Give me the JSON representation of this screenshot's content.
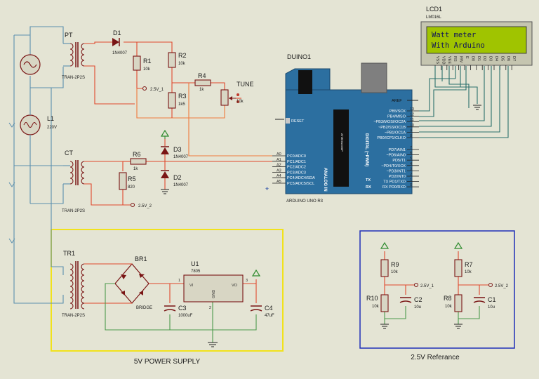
{
  "transformer_pt": {
    "ref": "PT",
    "model": "TRAN-2P2S"
  },
  "transformer_ct": {
    "ref": "CT",
    "model": "TRAN-2P2S"
  },
  "transformer_tr1": {
    "ref": "TR1",
    "model": "TRAN-2P2S"
  },
  "diode_d1": {
    "ref": "D1",
    "model": "1N4007"
  },
  "diode_d2": {
    "ref": "D2",
    "model": "1N4007"
  },
  "diode_d3": {
    "ref": "D3",
    "model": "1N4007"
  },
  "resistors": {
    "r1": {
      "ref": "R1",
      "value": "10k"
    },
    "r2": {
      "ref": "R2",
      "value": "10k"
    },
    "r3": {
      "ref": "R3",
      "value": "1k5"
    },
    "r4": {
      "ref": "R4",
      "value": "1k"
    },
    "r5": {
      "ref": "R5",
      "value": "820"
    },
    "r6": {
      "ref": "R6",
      "value": "1k"
    },
    "r7": {
      "ref": "R7",
      "value": "10k"
    },
    "r8": {
      "ref": "R8",
      "value": "10k"
    },
    "r9": {
      "ref": "R9",
      "value": "10k"
    },
    "r10": {
      "ref": "R10",
      "value": "10k"
    }
  },
  "tune": {
    "label": "TUNE",
    "value": "10k"
  },
  "lamp": {
    "ref": "L1",
    "value": "220V"
  },
  "bridge": {
    "ref": "BR1",
    "model": "BRIDGE"
  },
  "regulator": {
    "ref": "U1",
    "model": "7805",
    "pin_vi": "VI",
    "pin_vo": "VO",
    "pin_gnd": "GND",
    "pin1": "1",
    "pin2": "2",
    "pin3": "3"
  },
  "capacitors": {
    "c1": {
      "ref": "C1",
      "value": "10u"
    },
    "c2": {
      "ref": "C2",
      "value": "10u"
    },
    "c3": {
      "ref": "C3",
      "value": "1000uF"
    },
    "c4": {
      "ref": "C4",
      "value": "47uF"
    }
  },
  "terminals": {
    "v1": "2.5V_1",
    "v2": "2.5V_2"
  },
  "lcd": {
    "ref": "LCD1",
    "model": "LM016L",
    "line1": "Watt meter",
    "line2": "With Arduino",
    "pins": [
      "VSS",
      "VDD",
      "VEE",
      "RS",
      "RW",
      "E",
      "D0",
      "D1",
      "D2",
      "D3",
      "D4",
      "D5",
      "D6",
      "D7"
    ]
  },
  "arduino": {
    "ref": "DUINO1",
    "model": "ARDUINO UNO R3",
    "reset": "RESET",
    "aref": "AREF",
    "analog_label": "ANALOG IN",
    "digital_label": "DIGITAL (~PWM)",
    "chip_label": "ATMEGA328P",
    "tx": "TX",
    "rx": "RX",
    "analog_pins": [
      "PC0/ADC0",
      "PC1/ADC1",
      "PC2/ADC2",
      "PC3/ADC3",
      "PC4/ADC4/SDA",
      "PC5/ADC5/SCL"
    ],
    "analog_nums": [
      "A0",
      "A1",
      "A2",
      "A3",
      "A4",
      "A5"
    ],
    "digital_pins_hi": [
      "PB5/SCK",
      "PB4/MISO",
      "~PB3/MOSI/OC2A",
      "~PB2/SS/OC1B",
      "~PB1/OC1A",
      "PB0/ICP1/CLKO"
    ],
    "digital_nums_hi": [
      "13",
      "12",
      "11",
      "10",
      "9",
      "8"
    ],
    "digital_pins_lo": [
      "PD7/AIN1",
      "~PD6/AIN0",
      "PD5/T1",
      "~PD4/T0/XCK",
      "~PD3/INT1",
      "PD2/INT0",
      "TX PD1/TXD",
      "RX PD0/RXD"
    ],
    "digital_nums_lo": [
      "7",
      "6",
      "5",
      "4",
      "3",
      "2",
      "1",
      "0"
    ]
  },
  "sections": {
    "power_supply": "5V POWER SUPPLY",
    "reference": "2.5V Referance"
  }
}
